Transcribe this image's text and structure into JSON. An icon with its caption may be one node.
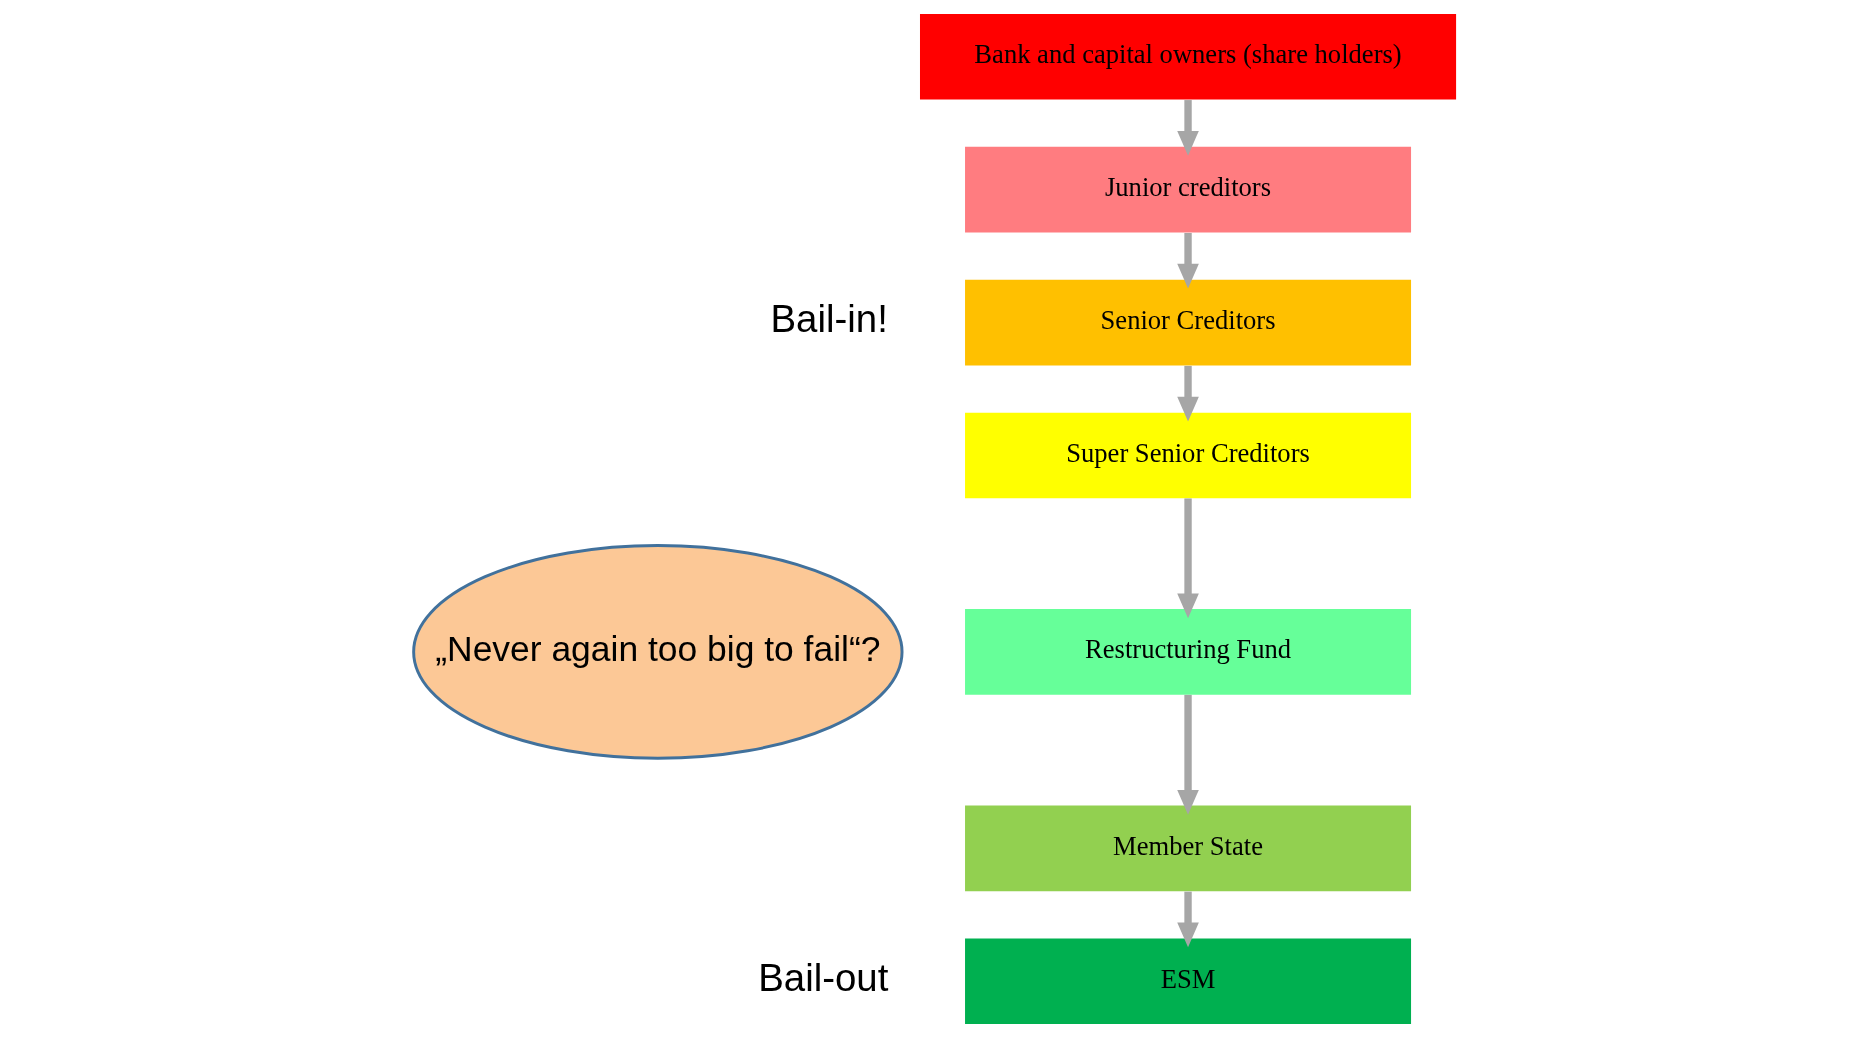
{
  "diagram": {
    "nodes": [
      {
        "text": [
          "Bank and capital owners (share holders)"
        ]
      },
      {
        "text": [
          "Junior creditors"
        ]
      },
      {
        "text": [
          "Senior Creditors"
        ]
      },
      {
        "text": [
          "Super Senior Creditors"
        ]
      },
      {
        "text": [
          "Restructuring Fund"
        ]
      },
      {
        "text": [
          "Member State"
        ]
      },
      {
        "text": [
          "ESM"
        ]
      },
      {
        "text": [
          "„Never again too big to fail“?"
        ]
      }
    ],
    "edges": [
      {
        "from": 0,
        "to": 1,
        "arrow": "to"
      },
      {
        "from": 1,
        "to": 2,
        "arrow": "to"
      },
      {
        "from": 2,
        "to": 3,
        "arrow": "to"
      },
      {
        "from": 3,
        "to": 4,
        "arrow": "to"
      },
      {
        "from": 4,
        "to": 5,
        "arrow": "to"
      },
      {
        "from": 5,
        "to": 6,
        "arrow": "to"
      }
    ],
    "labels": [
      "Bail-in!",
      "Bail-out"
    ]
  }
}
